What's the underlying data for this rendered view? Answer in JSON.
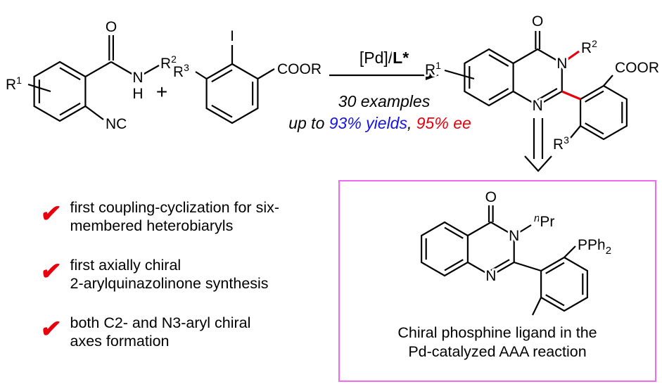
{
  "palette": {
    "accent_red": "#e8000d",
    "accent_blue": "#1414e6",
    "box_border_pink": "#f06bf0",
    "bond_black": "#000000"
  },
  "scheme": {
    "reactant1": {
      "r1_base": "R",
      "r1_sup": "1",
      "carbonyl_o": "O",
      "amide_n": "N",
      "amide_h": "H",
      "r2_base": "R",
      "r2_sup": "2",
      "isocyanide": "NC"
    },
    "plus_sign": "+",
    "reactant2": {
      "r3_base": "R",
      "r3_sup": "3",
      "iodo": "I",
      "ester": "COOR"
    },
    "arrow": {
      "catalyst": "[Pd]/",
      "ligand": "L*",
      "examples": "30 examples",
      "up_to": "up to ",
      "yields": "93% yields",
      "separator": ", ",
      "ee": "95% ee"
    },
    "product": {
      "r1_base": "R",
      "r1_sup": "1",
      "carbonyl_o": "O",
      "n3": "N",
      "n1": "N",
      "r2_base": "R",
      "r2_sup": "2",
      "ester": "COOR",
      "r3_base": "R",
      "r3_sup": "3"
    }
  },
  "bullets": {
    "check_glyph": "✔",
    "items": [
      {
        "line1": "first coupling-cyclization for six-",
        "line2": "membered heterobiaryls"
      },
      {
        "line1": "first axially chiral",
        "line2": "2-arylquinazolinone synthesis"
      },
      {
        "line1": "both C2- and N3-aryl chiral",
        "line2": "axes formation"
      }
    ]
  },
  "ligand_box": {
    "structure": {
      "carbonyl_o": "O",
      "n3": "N",
      "n1": "N",
      "npr_sup": "n",
      "npr_base": "Pr",
      "phosphine_base": "PPh",
      "phosphine_sub": "2"
    },
    "caption_line1": "Chiral phosphine ligand in the",
    "caption_line2": "Pd-catalyzed AAA reaction"
  }
}
